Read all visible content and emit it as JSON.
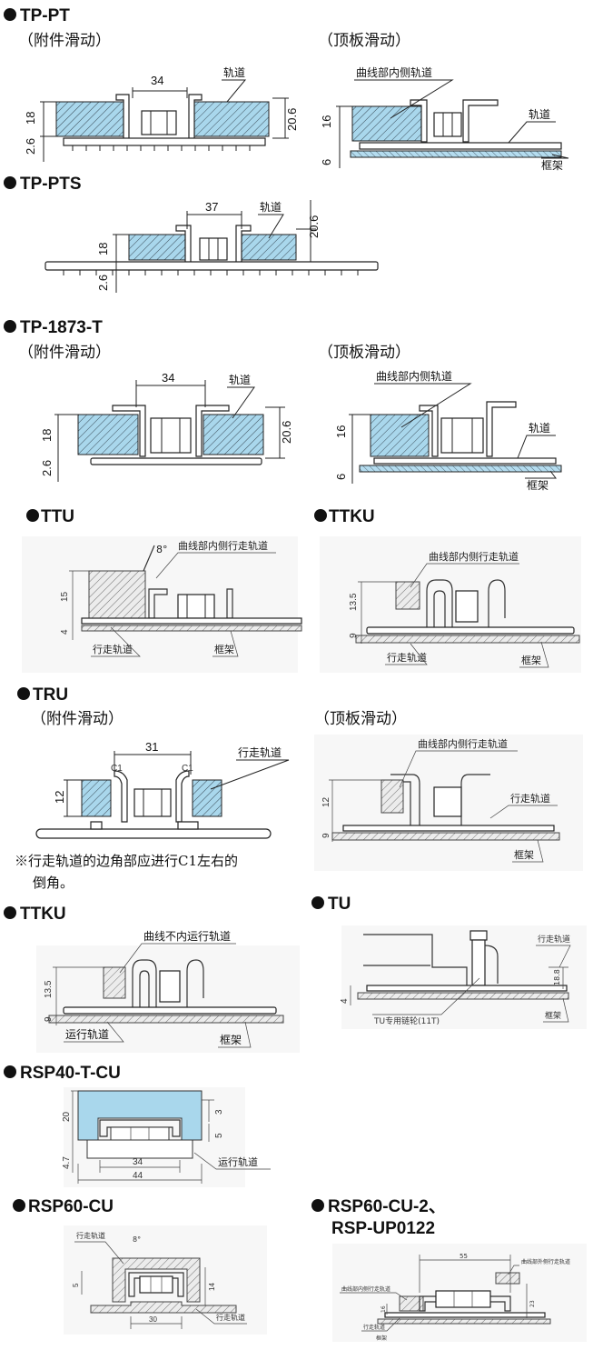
{
  "colors": {
    "rail_fill": "#a9d7ec",
    "frame_fill": "#b4dcef",
    "ink": "#222222"
  },
  "sections": {
    "tp_pt": {
      "title": "TP-PT",
      "sub_left": "（附件滑动）",
      "sub_right": "（顶板滑动）",
      "d34": "34",
      "d18": "18",
      "d206": "20.6",
      "d26": "2.6",
      "d16": "16",
      "d6": "6",
      "rail": "轨道",
      "rail_r": "轨道",
      "inner_rail": "曲线部内侧轨道",
      "frame": "框架"
    },
    "tp_pts": {
      "title": "TP-PTS",
      "d37": "37",
      "d18": "18",
      "d206": "20.6",
      "d26": "2.6",
      "rail": "轨道"
    },
    "tp_1873": {
      "title": "TP-1873-T",
      "sub_left": "（附件滑动）",
      "sub_right": "（顶板滑动）",
      "d34": "34",
      "d18": "18",
      "d206": "20.6",
      "d26": "2.6",
      "d16": "16",
      "d6": "6",
      "rail": "轨道",
      "rail_r": "轨道",
      "inner_rail": "曲线部内侧轨道",
      "frame": "框架"
    },
    "ttu": {
      "title": "TTU",
      "angle": "8°",
      "inner_rail": "曲线部内侧行走轨道",
      "d15": "15",
      "d4": "4",
      "run_rail": "行走轨道",
      "frame": "框架"
    },
    "ttku": {
      "title": "TTKU",
      "inner_rail": "曲线部内侧行走轨道",
      "d135": "13.5",
      "d9": "9",
      "run_rail": "行走轨道",
      "frame": "框架"
    },
    "tru": {
      "title": "TRU",
      "sub_left": "（附件滑动）",
      "sub_right": "（顶板滑动）",
      "d31": "31",
      "c1a": "C1",
      "c1b": "C1",
      "d12": "12",
      "run_rail": "行走轨道",
      "note1": "※行走轨道的边角部应进行C1左右的",
      "note2": "倒角。",
      "inner_rail": "曲线部内侧行走轨道",
      "d12r": "12",
      "d9r": "9",
      "run_rail_r": "行走轨道",
      "frame": "框架"
    },
    "ttku2": {
      "title": "TTKU",
      "inner_rail": "曲线不内运行轨道",
      "d9": "9",
      "d135": "13.5",
      "run_rail": "运行轨道",
      "frame": "框架"
    },
    "tu": {
      "title": "TU",
      "run_rail": "行走轨道",
      "d188": "18.8",
      "d4": "4",
      "sprocket": "TU专用链轮(11T)",
      "frame": "框架"
    },
    "rsp40": {
      "title": "RSP40-T-CU",
      "d20": "20",
      "d3": "3",
      "d5": "5",
      "d47": "4.7",
      "d34": "34",
      "d44": "44",
      "run_rail": "运行轨道"
    },
    "rsp60": {
      "title": "RSP60-CU",
      "run_rail_top": "行走轨道",
      "angle": "8°",
      "d5": "5",
      "d14": "14",
      "d30": "30",
      "run_rail_bot": "行走轨道"
    },
    "rsp60_2": {
      "title": "RSP60-CU-2、",
      "title2": "RSP-UP0122",
      "d55": "55",
      "outer_rail": "曲线部外侧行走轨道",
      "inner_rail": "曲线部内侧行走轨道",
      "run_rail": "行走轨道",
      "frame": "框架",
      "d16": "16",
      "d23": "23"
    }
  }
}
